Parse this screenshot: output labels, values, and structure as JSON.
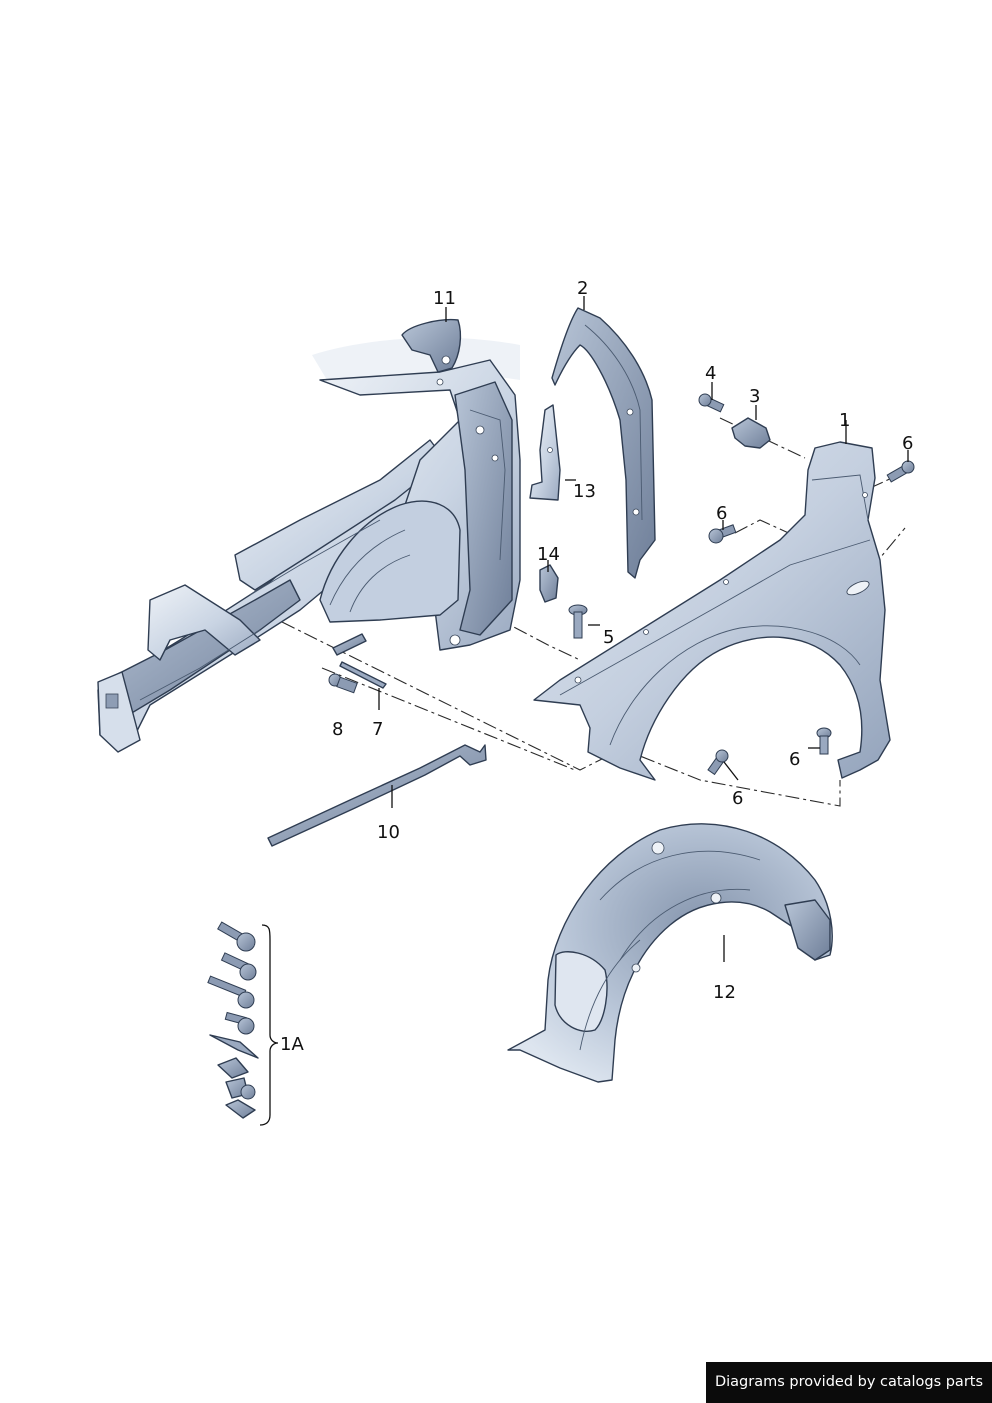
{
  "callouts": {
    "c1": "1",
    "c1a": "1A",
    "c2": "2",
    "c3": "3",
    "c4": "4",
    "c5": "5",
    "c6a": "6",
    "c6b": "6",
    "c6c": "6",
    "c6d": "6",
    "c7": "7",
    "c8": "8",
    "c10": "10",
    "c11": "11",
    "c12": "12",
    "c13": "13",
    "c14": "14"
  },
  "footer": {
    "credit": "Diagrams provided by catalogs parts"
  },
  "colors": {
    "part_fill": "#cdd8e6",
    "part_light": "#e4ebf3",
    "part_shadow": "#8c9bb3",
    "outline": "#2f3d52",
    "footer_bg": "#0b0b0b"
  }
}
